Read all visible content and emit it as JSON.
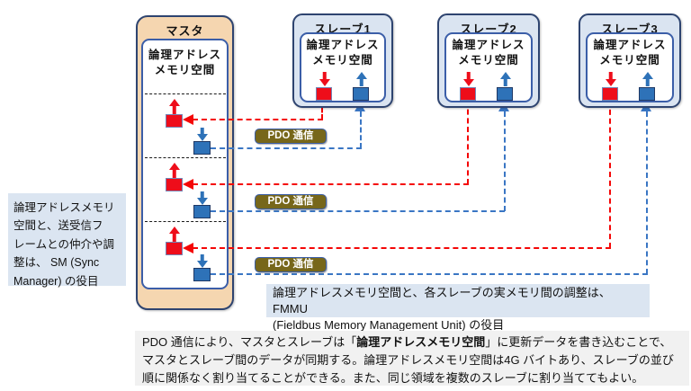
{
  "colors": {
    "red": "#ee0d1a",
    "blue": "#2e72b8",
    "red_line": "#f40606",
    "blue_line": "#3a76c4",
    "master_fill": "#f5d6b0",
    "slave_fill": "#dae4f1",
    "navy_border": "#2e4470",
    "inner_border": "#3b5ea8",
    "pdo_bg": "#77671a",
    "note_blue_bg": "#dbe5f1",
    "note_gray_bg": "#f1f1f1"
  },
  "master": {
    "title": "マスタ",
    "mem_line1": "論理アドレス",
    "mem_line2": "メモリ空間"
  },
  "slaves": [
    {
      "title": "スレーブ1",
      "mem_line1": "論理アドレス",
      "mem_line2": "メモリ空間"
    },
    {
      "title": "スレーブ2",
      "mem_line1": "論理アドレス",
      "mem_line2": "メモリ空間"
    },
    {
      "title": "スレーブ3",
      "mem_line1": "論理アドレス",
      "mem_line2": "メモリ空間"
    }
  ],
  "pdo_labels": [
    "PDO 通信",
    "PDO 通信",
    "PDO 通信"
  ],
  "sm_note": {
    "lines": [
      "論理アドレスメモリ",
      "空間と、送受信フ",
      "レームとの仲介や調",
      "整は、 SM (Sync",
      "Manager) の役目"
    ]
  },
  "fmmu_note": {
    "lines": [
      "論理アドレスメモリ空間と、各スレーブの実メモリ間の調整は、 FMMU",
      "(Fieldbus Memory Management Unit) の役目"
    ]
  },
  "bottom_note": {
    "line1_pre": "PDO 通信により、マスタとスレーブは「",
    "line1_bold": "論理アドレスメモリ空間",
    "line1_post": "」に更新データを書き込むことで、",
    "line2": "マスタとスレーブ間のデータが同期する。論理アドレスメモリ空間は4G バイトあり、スレーブの並び",
    "line3": "順に関係なく割り当てることができる。また、同じ領域を複数のスレーブに割り当ててもよい。"
  }
}
